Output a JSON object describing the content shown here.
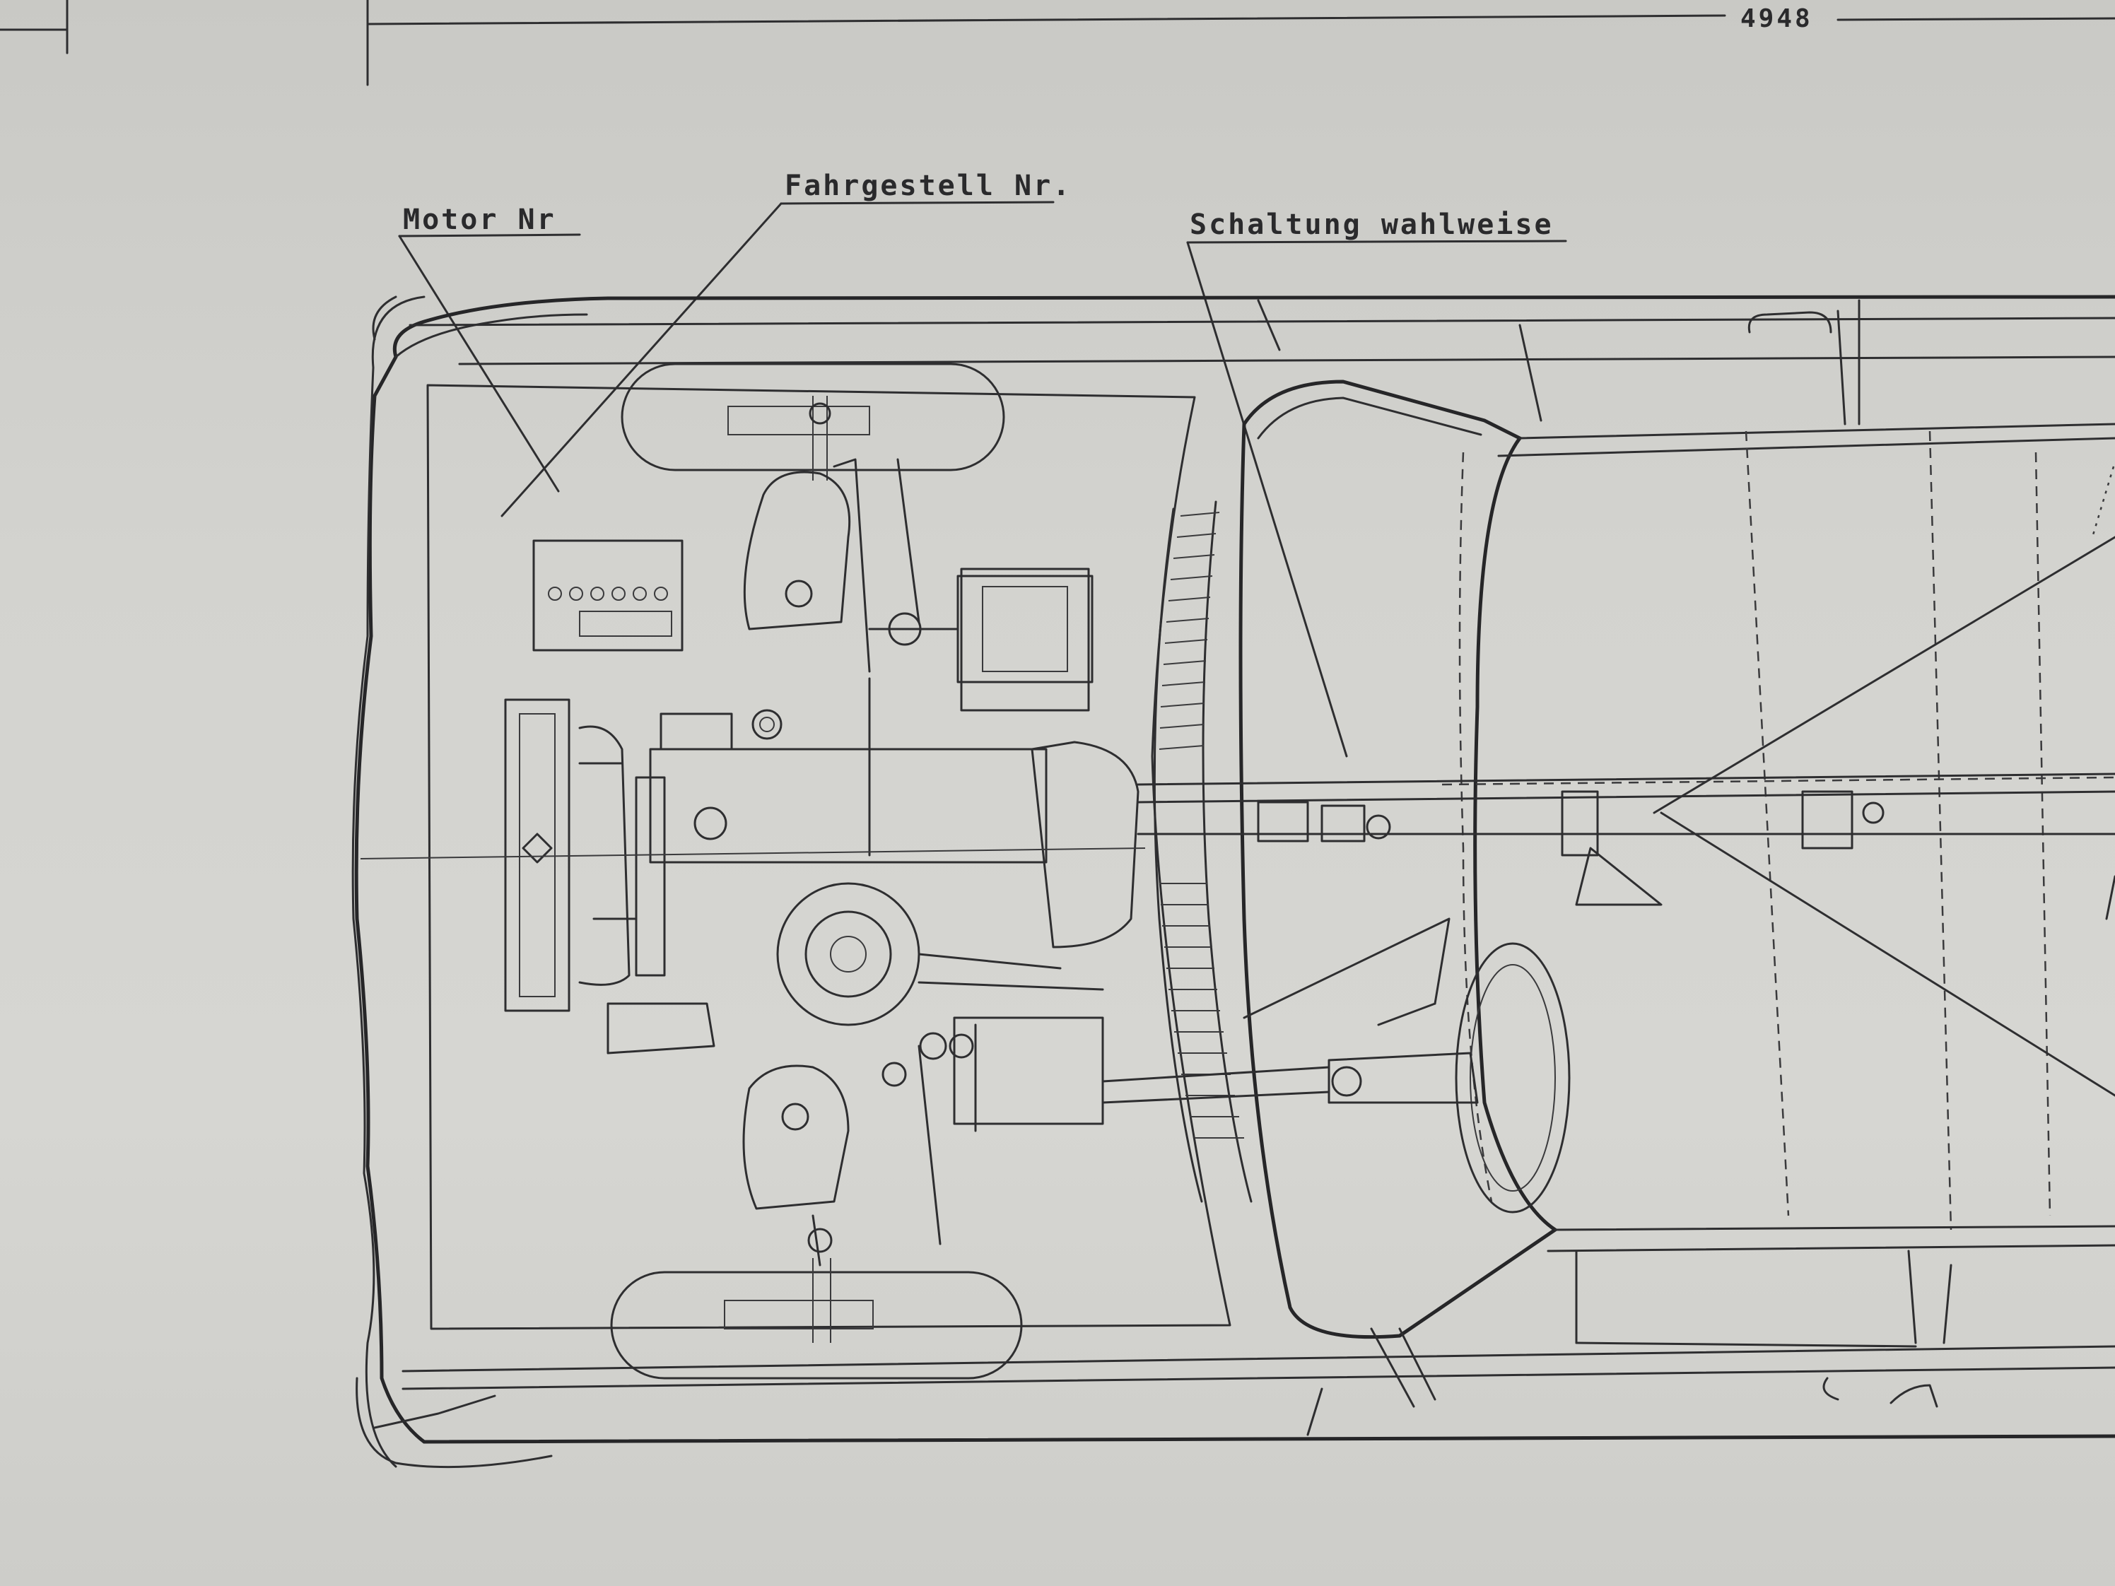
{
  "drawing": {
    "dimension_value": "4948",
    "labels": {
      "motor_nr": "Motor Nr",
      "fahrgestell_nr": "Fahrgestell Nr.",
      "schaltung": "Schaltung wahlweise"
    }
  },
  "colors": {
    "paper": "#d3d3cf",
    "ink": "#2e2e30"
  }
}
